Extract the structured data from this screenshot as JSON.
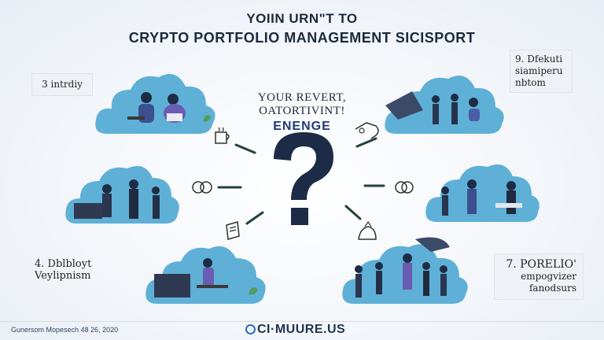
{
  "header": {
    "title_line1": "YOIIN URN\"T TO",
    "title_line2": "CRYPTO PORTFOLIO MANAGEMENT SICISPORT"
  },
  "center": {
    "line1": "YOUR REVERT,",
    "line2": "OATORTIVINT!",
    "line3": "ENENGE"
  },
  "labels": {
    "top_left": "3 intrdiy",
    "top_right": [
      "9. Dfekuti",
      "siamiperu",
      "nbtom"
    ],
    "bottom_left": [
      "4. Dblbloyt",
      "Veylipnism"
    ],
    "bottom_right": [
      "7. PORELIO'",
      "empogvizer",
      "fanodsurs"
    ]
  },
  "footer": {
    "left": "Gunersom Mopesech 48 26, 2020",
    "brand": "CI·MUURE.US"
  },
  "colors": {
    "cloud": "#5fb0d6",
    "cloud_light": "#8ccbe6",
    "navy": "#1d2c46",
    "connector": "#23413a",
    "accent": "#1f3a78"
  }
}
